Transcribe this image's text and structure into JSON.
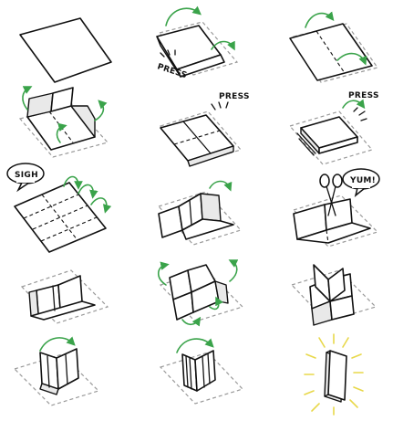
{
  "labels": {
    "press_1": "PRESS",
    "press_2": "PRESS",
    "press_3": "PRESS",
    "sigh": "SIGH",
    "yum": "YUM!"
  },
  "colors": {
    "arrow": "#3aa34a",
    "ink": "#111111",
    "guide": "#999999",
    "glow": "#e8d84a"
  },
  "steps": [
    {
      "label": "blank sheet"
    },
    {
      "label": "fold in half lengthwise, press"
    },
    {
      "label": "unfold, fold in half widthwise"
    },
    {
      "label": "fold edges to center"
    },
    {
      "label": "press flat"
    },
    {
      "label": "fold and press again"
    },
    {
      "label": "unfold — creased grid"
    },
    {
      "label": "fold in half"
    },
    {
      "label": "cut along center crease"
    },
    {
      "label": "open the cut"
    },
    {
      "label": "push ends together"
    },
    {
      "label": "form the pages"
    },
    {
      "label": "wrap the cover"
    },
    {
      "label": "fold the pages"
    },
    {
      "label": "finished zine"
    }
  ]
}
